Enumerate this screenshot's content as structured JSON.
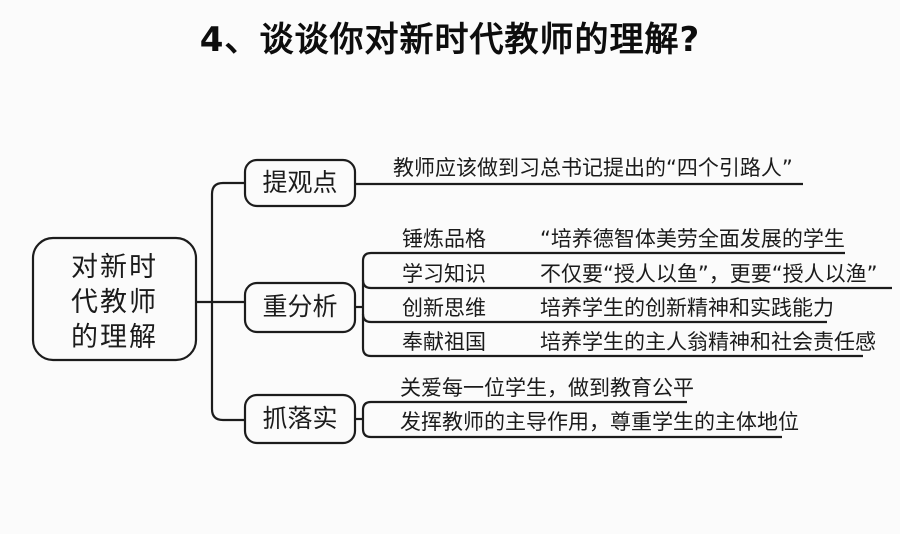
{
  "page": {
    "title": "4、谈谈你对新时代教师的理解?"
  },
  "colors": {
    "background": "#fbfbfb",
    "line": "#1c1c1c",
    "text": "#1b1b1b"
  },
  "mindmap": {
    "root": {
      "label": "对新时\n代教师\n的理解"
    },
    "branches": [
      {
        "label": "提观点",
        "children": [
          {
            "text": "教师应该做到习总书记提出的“四个引路人”"
          }
        ]
      },
      {
        "label": "重分析",
        "children": [
          {
            "label": "锤炼品格",
            "text": "“培养德智体美劳全面发展的学生"
          },
          {
            "label": "学习知识",
            "text": "不仅要“授人以鱼”，更要“授人以渔”"
          },
          {
            "label": "创新思维",
            "text": "培养学生的创新精神和实践能力"
          },
          {
            "label": "奉献祖国",
            "text": "培养学生的主人翁精神和社会责任感"
          }
        ]
      },
      {
        "label": "抓落实",
        "children": [
          {
            "text": "关爱每一位学生，做到教育公平"
          },
          {
            "text": "发挥教师的主导作用，尊重学生的主体地位"
          }
        ]
      }
    ]
  }
}
